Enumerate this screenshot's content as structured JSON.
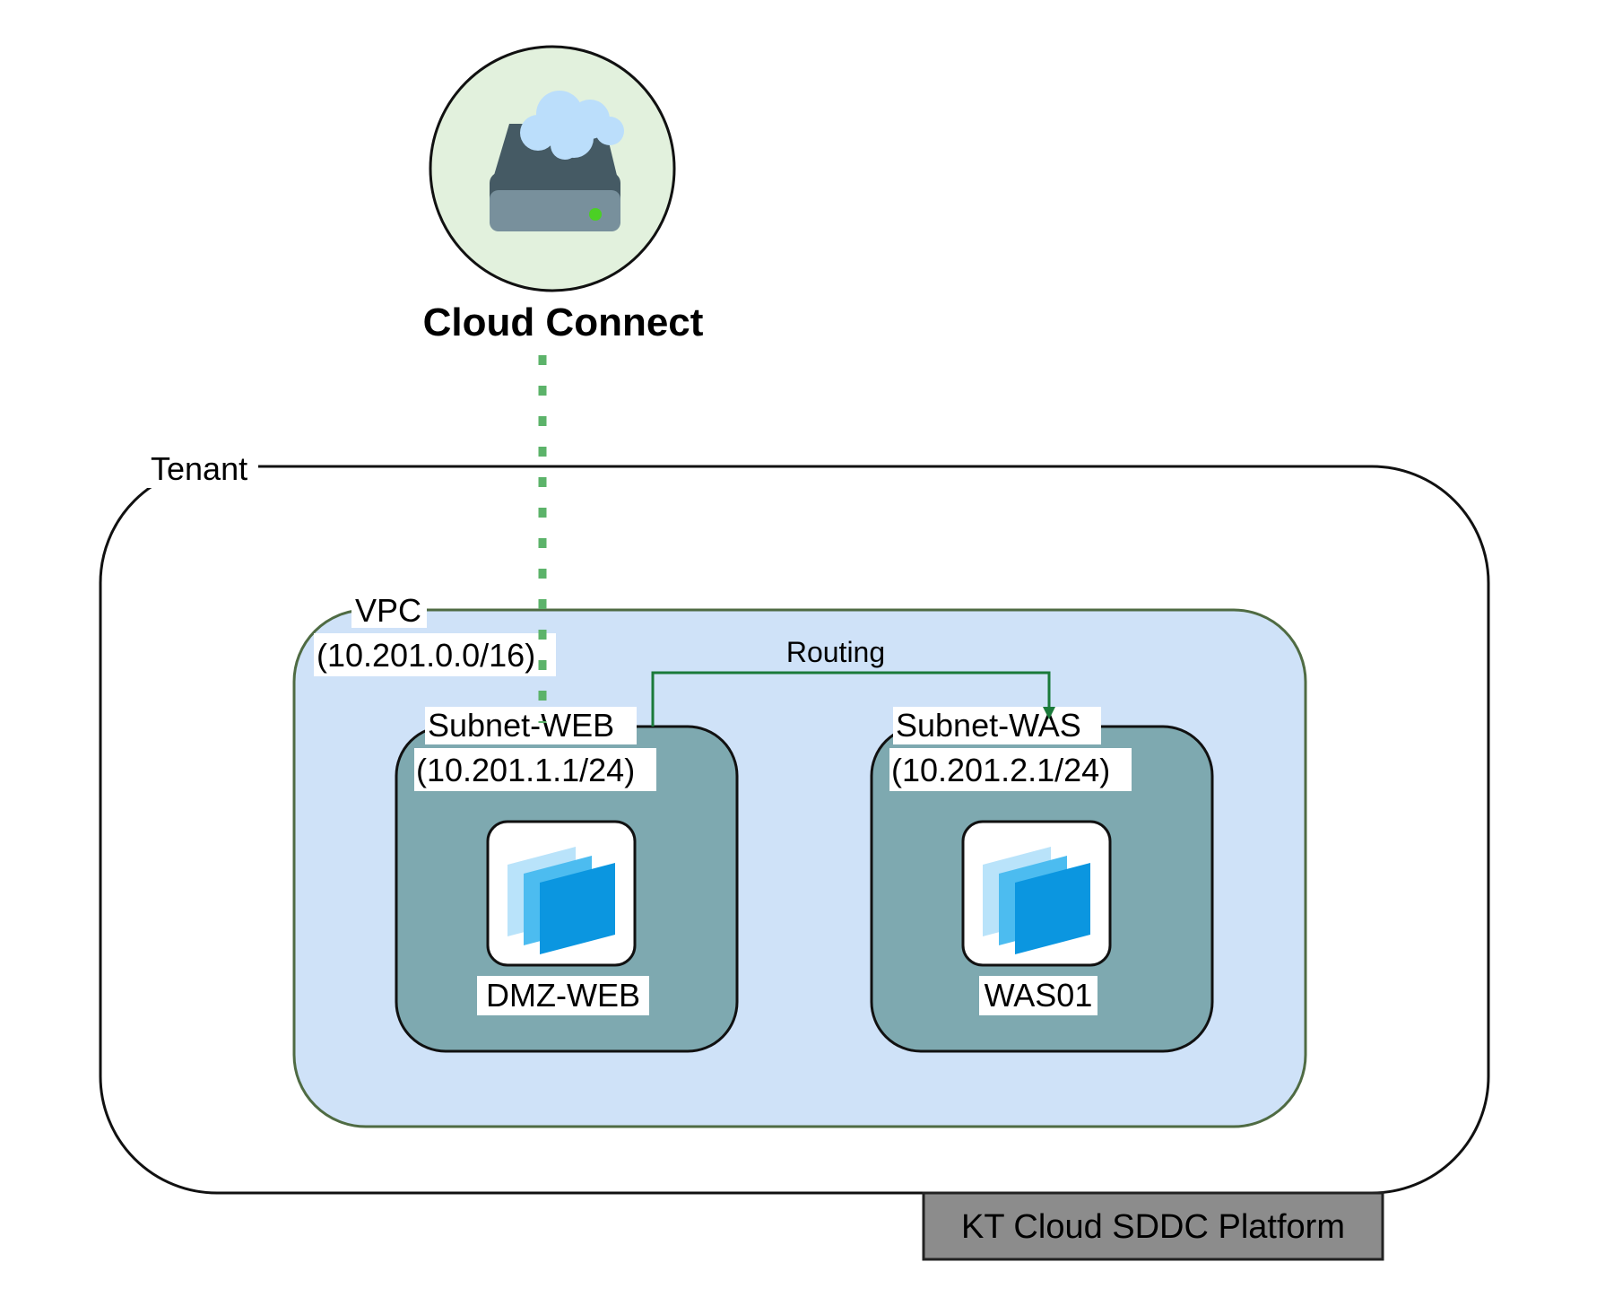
{
  "cloud_connect": {
    "label": "Cloud Connect",
    "icon": "cloud-server-icon"
  },
  "tenant": {
    "label": "Tenant"
  },
  "vpc": {
    "label": "VPC",
    "cidr": "(10.201.0.0/16)"
  },
  "routing": {
    "label": "Routing"
  },
  "subnets": [
    {
      "label": "Subnet-WEB",
      "cidr": "(10.201.1.1/24)",
      "instance": "DMZ-WEB",
      "icon": "virtual-machine-icon"
    },
    {
      "label": "Subnet-WAS",
      "cidr": "(10.201.2.1/24)",
      "instance": "WAS01",
      "icon": "virtual-machine-icon"
    }
  ],
  "platform": {
    "label": "KT Cloud SDDC Platform"
  },
  "colors": {
    "vpc_fill": "#cfe2f8",
    "vpc_stroke": "#4f6b43",
    "subnet_fill": "#7ea9b0",
    "cloud_circle": "#e2f1dd",
    "dotted_link": "#5cb36a",
    "routing_line": "#1a7a3a",
    "platform_fill": "#8c8c8c"
  }
}
